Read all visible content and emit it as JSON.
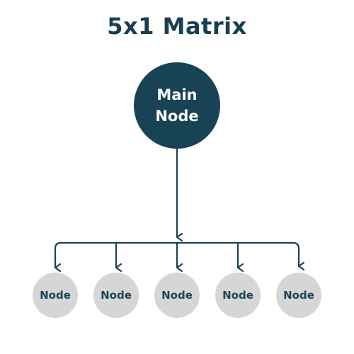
{
  "diagram": {
    "title": "5x1 Matrix",
    "main_node": {
      "label": "Main Node"
    },
    "child_nodes": [
      {
        "label": "Node"
      },
      {
        "label": "Node"
      },
      {
        "label": "Node"
      },
      {
        "label": "Node"
      },
      {
        "label": "Node"
      }
    ],
    "colors": {
      "title": "#173f50",
      "main_node_fill": "#174355",
      "main_node_text": "#ffffff",
      "child_node_fill": "#d6d6d6",
      "child_node_text": "#1e4556",
      "connector": "#1d4252"
    }
  }
}
